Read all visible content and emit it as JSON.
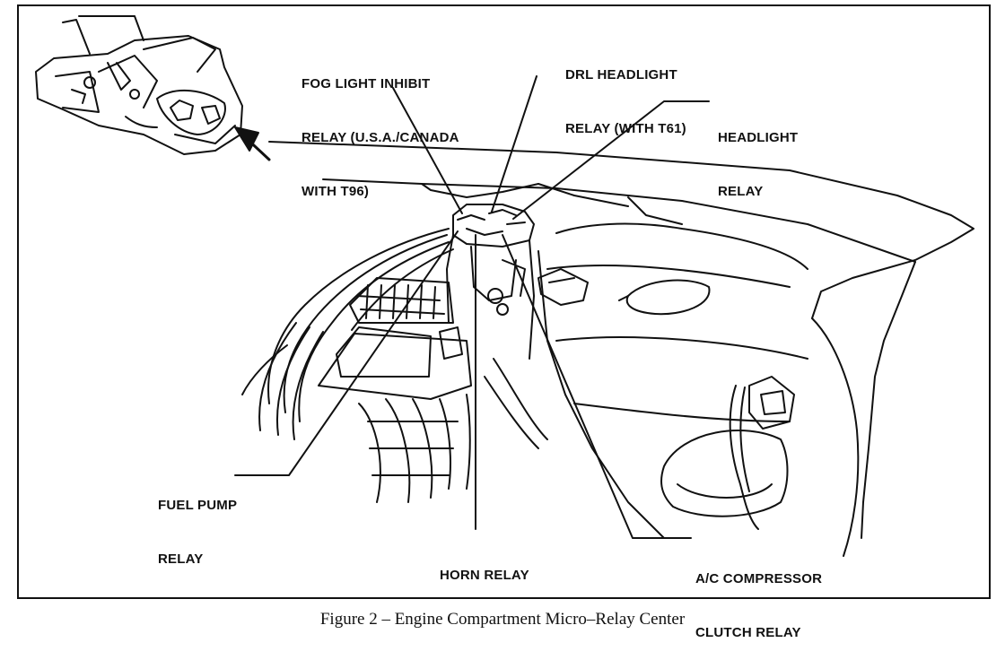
{
  "figure": {
    "caption": "Figure 2 – Engine Compartment Micro–Relay Center"
  },
  "callouts": {
    "fog_light_inhibit_relay": [
      "FOG LIGHT INHIBIT",
      "RELAY (U.S.A./CANADA",
      "WITH T96)"
    ],
    "drl_headlight_relay": [
      "DRL HEADLIGHT",
      "RELAY (WITH T61)"
    ],
    "headlight_relay": [
      "HEADLIGHT",
      "RELAY"
    ],
    "fuel_pump_relay": [
      "FUEL PUMP",
      "RELAY"
    ],
    "horn_relay": [
      "HORN RELAY"
    ],
    "ac_compressor_clutch_relay": [
      "A/C COMPRESSOR",
      "CLUTCH RELAY"
    ]
  },
  "colors": {
    "ink": "#111111",
    "paper": "#ffffff"
  }
}
